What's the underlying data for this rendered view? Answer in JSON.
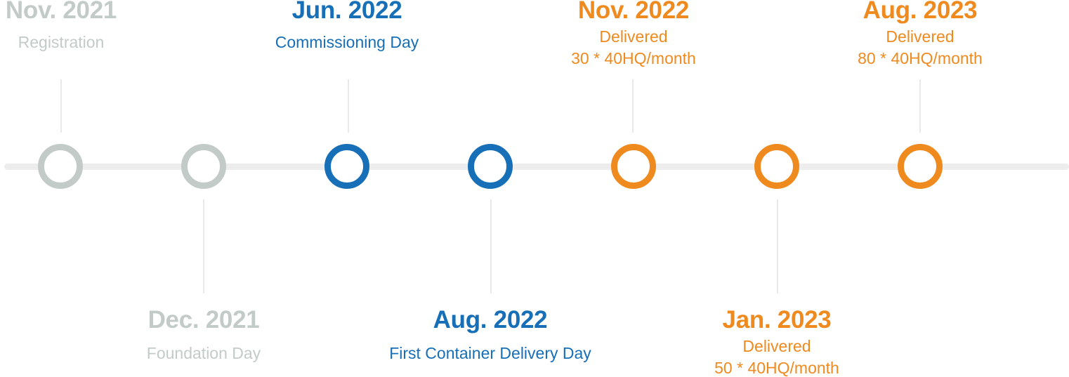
{
  "colors": {
    "grey": "#c3cbc8",
    "blue": "#176fb7",
    "orange": "#ef8a1e",
    "line": "#ededed"
  },
  "milestones": [
    {
      "date": "Nov. 2021",
      "desc": "Registration",
      "desc2": "",
      "tone": "grey"
    },
    {
      "date": "Dec. 2021",
      "desc": "Foundation Day",
      "desc2": "",
      "tone": "grey"
    },
    {
      "date": "Jun. 2022",
      "desc": "Commissioning Day",
      "desc2": "",
      "tone": "blue"
    },
    {
      "date": "Aug. 2022",
      "desc": "First Container Delivery Day",
      "desc2": "",
      "tone": "blue"
    },
    {
      "date": "Nov. 2022",
      "desc": "Delivered",
      "desc2": "30 * 40HQ/month",
      "tone": "orange"
    },
    {
      "date": "Jan. 2023",
      "desc": "Delivered",
      "desc2": "50 * 40HQ/month",
      "tone": "orange"
    },
    {
      "date": "Aug. 2023",
      "desc": "Delivered",
      "desc2": "80 * 40HQ/month",
      "tone": "orange"
    }
  ]
}
